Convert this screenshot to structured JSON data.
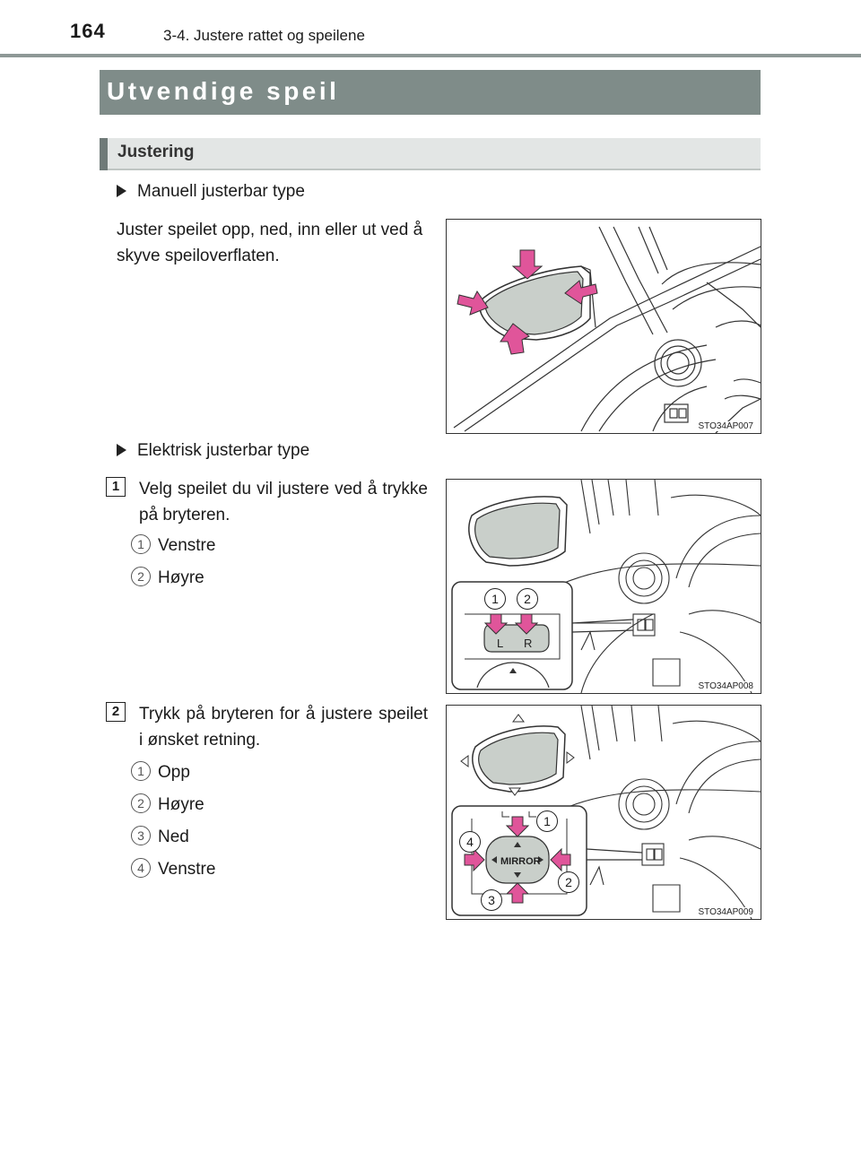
{
  "header": {
    "page_number": "164",
    "chapter": "3-4. Justere rattet og speilene"
  },
  "section": {
    "title": "Utvendige speil"
  },
  "subsection": {
    "title": "Justering"
  },
  "manual": {
    "heading": "Manuell justerbar type",
    "text": "Juster speilet opp, ned, inn eller ut ved å skyve speiloverflaten.",
    "figure_code": "STO34AP007"
  },
  "electric": {
    "heading": "Elektrisk justerbar type",
    "step1": {
      "number": "1",
      "text": "Velg speilet du vil justere ved å trykke på bryteren.",
      "items": [
        {
          "num": "1",
          "label": "Venstre"
        },
        {
          "num": "2",
          "label": "Høyre"
        }
      ],
      "figure_code": "STO34AP008",
      "callouts": [
        "1",
        "2"
      ],
      "switch_labels": [
        "L",
        "R"
      ]
    },
    "step2": {
      "number": "2",
      "text": "Trykk på bryteren for å justere speilet i ønsket retning.",
      "items": [
        {
          "num": "1",
          "label": "Opp"
        },
        {
          "num": "2",
          "label": "Høyre"
        },
        {
          "num": "3",
          "label": "Ned"
        },
        {
          "num": "4",
          "label": "Venstre"
        }
      ],
      "figure_code": "STO34AP009",
      "callouts": [
        "1",
        "2",
        "3",
        "4"
      ],
      "switch_label": "MIRROR"
    }
  },
  "colors": {
    "title_bar": "#7f8c89",
    "subtitle_bar": "#e3e6e5",
    "arrow_pink": "#e0559a",
    "mirror_glass": "#c9cfca"
  }
}
